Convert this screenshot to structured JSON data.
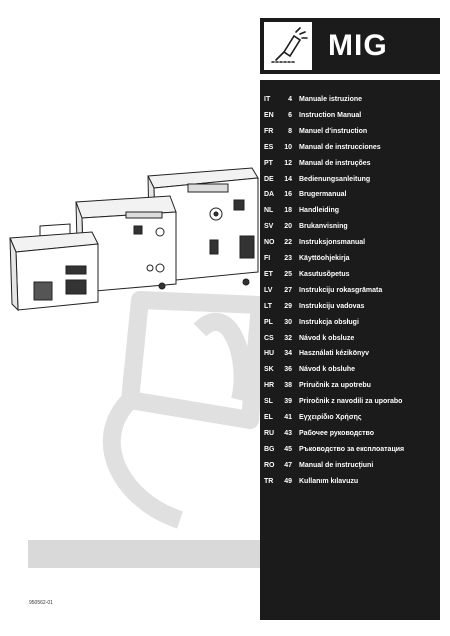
{
  "header": {
    "product": "MIG",
    "process_icon": "mig-torch-icon"
  },
  "languages": [
    {
      "code": "IT",
      "page": "4",
      "title": "Manuale istruzione"
    },
    {
      "code": "EN",
      "page": "6",
      "title": "Instruction Manual"
    },
    {
      "code": "FR",
      "page": "8",
      "title": "Manuel d'instruction"
    },
    {
      "code": "ES",
      "page": "10",
      "title": "Manual de instrucciones"
    },
    {
      "code": "PT",
      "page": "12",
      "title": "Manual de instruções"
    },
    {
      "code": "DE",
      "page": "14",
      "title": "Bedienungsanleitung"
    },
    {
      "code": "DA",
      "page": "16",
      "title": "Brugermanual"
    },
    {
      "code": "NL",
      "page": "18",
      "title": "Handleiding"
    },
    {
      "code": "SV",
      "page": "20",
      "title": "Brukanvisning"
    },
    {
      "code": "NO",
      "page": "22",
      "title": "Instruksjonsmanual"
    },
    {
      "code": "FI",
      "page": "23",
      "title": "Käyttöohjekirja"
    },
    {
      "code": "ET",
      "page": "25",
      "title": "Kasutusõpetus"
    },
    {
      "code": "LV",
      "page": "27",
      "title": "Instrukciju rokasgrāmata"
    },
    {
      "code": "LT",
      "page": "29",
      "title": "Instrukciju vadovas"
    },
    {
      "code": "PL",
      "page": "30",
      "title": "Instrukcja obsługi"
    },
    {
      "code": "CS",
      "page": "32",
      "title": "Návod k obsluze"
    },
    {
      "code": "HU",
      "page": "34",
      "title": "Használati kézikönyv"
    },
    {
      "code": "SK",
      "page": "36",
      "title": "Návod k obsluhe"
    },
    {
      "code": "HR",
      "page": "38",
      "title": "Priručnik za upotrebu"
    },
    {
      "code": "SL",
      "page": "39",
      "title": "Priročnik z navodili za uporabo"
    },
    {
      "code": "EL",
      "page": "41",
      "title": "Εγχειρίδιο Χρήσης"
    },
    {
      "code": "RU",
      "page": "43",
      "title": "Рабочее руководство"
    },
    {
      "code": "BG",
      "page": "45",
      "title": "Ръководство за експлоатация"
    },
    {
      "code": "RO",
      "page": "47",
      "title": "Manual de instrucţiuni"
    },
    {
      "code": "TR",
      "page": "49",
      "title": "Kullanım kılavuzu"
    }
  ],
  "footer": {
    "doc_code": "950562-01"
  },
  "colors": {
    "panel": "#1b1b1b",
    "band": "#d9d9d9",
    "watermark": "#e3e3e3"
  }
}
